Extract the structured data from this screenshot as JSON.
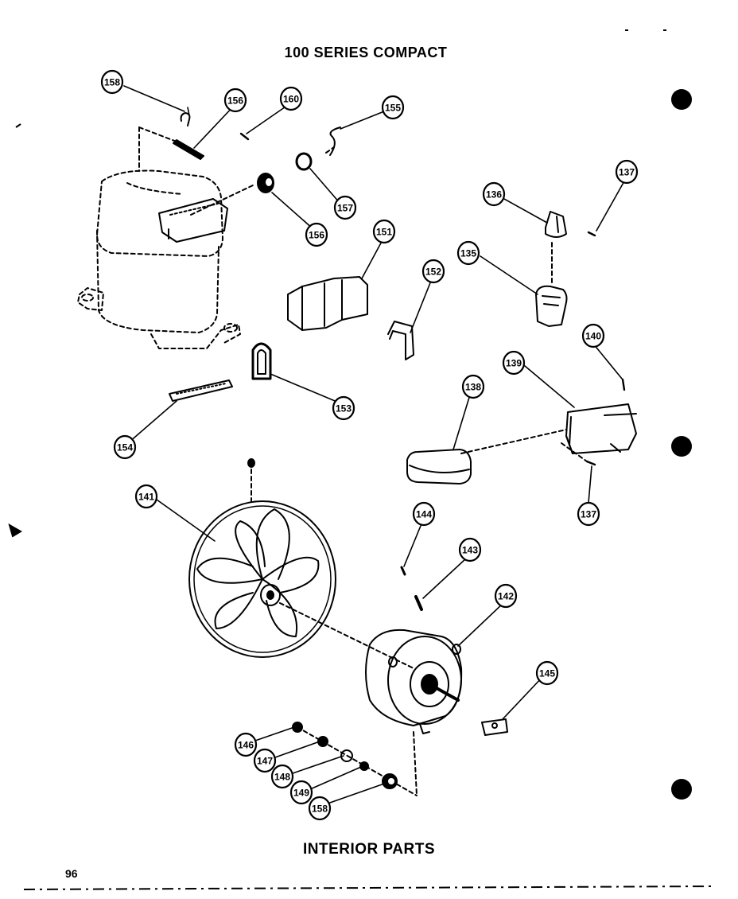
{
  "page": {
    "title": "100 SERIES COMPACT",
    "footer_title": "INTERIOR PARTS",
    "page_number": "96"
  },
  "callouts": [
    {
      "id": "c158a",
      "label": "158"
    },
    {
      "id": "c156a",
      "label": "156"
    },
    {
      "id": "c160",
      "label": "160"
    },
    {
      "id": "c155",
      "label": "155"
    },
    {
      "id": "c157",
      "label": "157"
    },
    {
      "id": "c156b",
      "label": "156"
    },
    {
      "id": "c137a",
      "label": "137"
    },
    {
      "id": "c136",
      "label": "136"
    },
    {
      "id": "c151",
      "label": "151"
    },
    {
      "id": "c135",
      "label": "135"
    },
    {
      "id": "c152",
      "label": "152"
    },
    {
      "id": "c140",
      "label": "140"
    },
    {
      "id": "c153",
      "label": "153"
    },
    {
      "id": "c139",
      "label": "139"
    },
    {
      "id": "c138",
      "label": "138"
    },
    {
      "id": "c154",
      "label": "154"
    },
    {
      "id": "c137b",
      "label": "137"
    },
    {
      "id": "c141",
      "label": "141"
    },
    {
      "id": "c144",
      "label": "144"
    },
    {
      "id": "c143",
      "label": "143"
    },
    {
      "id": "c142",
      "label": "142"
    },
    {
      "id": "c145",
      "label": "145"
    },
    {
      "id": "c146",
      "label": "146"
    },
    {
      "id": "c147",
      "label": "147"
    },
    {
      "id": "c148",
      "label": "148"
    },
    {
      "id": "c149",
      "label": "149"
    },
    {
      "id": "c158b",
      "label": "158"
    }
  ]
}
